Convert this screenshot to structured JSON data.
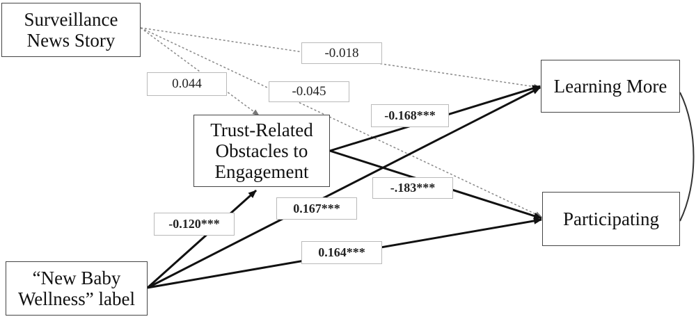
{
  "nodes": {
    "surveillance": "Surveillance\nNews Story",
    "trust": "Trust-Related\nObstacles to\nEngagement",
    "learning": "Learning More",
    "participating": "Participating",
    "label": "“New Baby\nWellness” label"
  },
  "coefficients": {
    "surv_learning": "-0.018",
    "surv_trust": "0.044",
    "surv_participating": "-0.045",
    "trust_learning": "-0.168***",
    "trust_participating": "-.183***",
    "label_trust": "-0.120***",
    "label_learning": "0.167***",
    "label_participating": "0.164***"
  },
  "paths": [
    {
      "from": "surveillance",
      "to": "learning",
      "style": "dashed",
      "coef": "surv_learning"
    },
    {
      "from": "surveillance",
      "to": "trust",
      "style": "dashed",
      "coef": "surv_trust"
    },
    {
      "from": "surveillance",
      "to": "participating",
      "style": "dashed",
      "coef": "surv_participating"
    },
    {
      "from": "trust",
      "to": "learning",
      "style": "solid",
      "coef": "trust_learning"
    },
    {
      "from": "trust",
      "to": "participating",
      "style": "solid",
      "coef": "trust_participating"
    },
    {
      "from": "label",
      "to": "trust",
      "style": "solid",
      "coef": "label_trust"
    },
    {
      "from": "label",
      "to": "learning",
      "style": "solid",
      "coef": "label_learning"
    },
    {
      "from": "label",
      "to": "participating",
      "style": "solid",
      "coef": "label_participating"
    },
    {
      "from": "learning",
      "to": "participating",
      "style": "curved",
      "coef": null
    }
  ]
}
